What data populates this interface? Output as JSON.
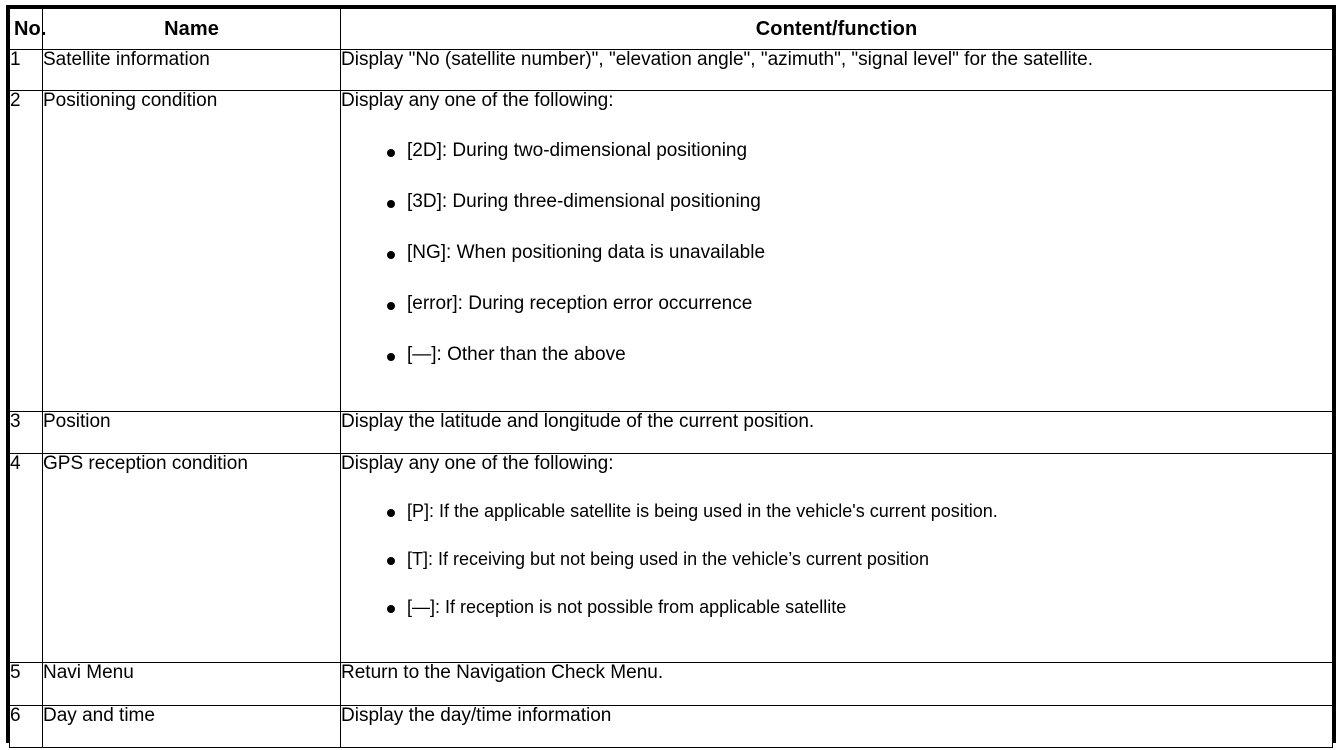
{
  "table": {
    "headers": {
      "no": "No.",
      "name": "Name",
      "content": "Content/function"
    },
    "rows": [
      {
        "no": "1",
        "name": "Satellite information",
        "lead": "Display \"No (satellite number)\", \"elevation angle\", \"azimuth\", \"signal level\" for the satellite.",
        "bullets": []
      },
      {
        "no": "2",
        "name": "Positioning condition",
        "lead": "Display any one of the following:",
        "bullets": [
          "[2D]: During two-dimensional positioning",
          "[3D]: During three-dimensional positioning",
          "[NG]: When positioning data is unavailable",
          "[error]: During reception error occurrence",
          "[—]: Other than the above"
        ]
      },
      {
        "no": "3",
        "name": "Position",
        "lead": "Display the latitude and longitude of the current position.",
        "bullets": []
      },
      {
        "no": "4",
        "name": "GPS reception condition",
        "lead": "Display any one of the following:",
        "bullets": [
          "[P]: If the applicable satellite is being used in the vehicle's current position.",
          "[T]: If receiving but not being used in the vehicle’s current position",
          "[—]: If reception is not possible from applicable satellite"
        ]
      },
      {
        "no": "5",
        "name": "Navi Menu",
        "lead": "Return to the Navigation Check Menu.",
        "bullets": []
      },
      {
        "no": "6",
        "name": "Day and time",
        "lead": "Display the day/time information",
        "bullets": []
      }
    ]
  }
}
